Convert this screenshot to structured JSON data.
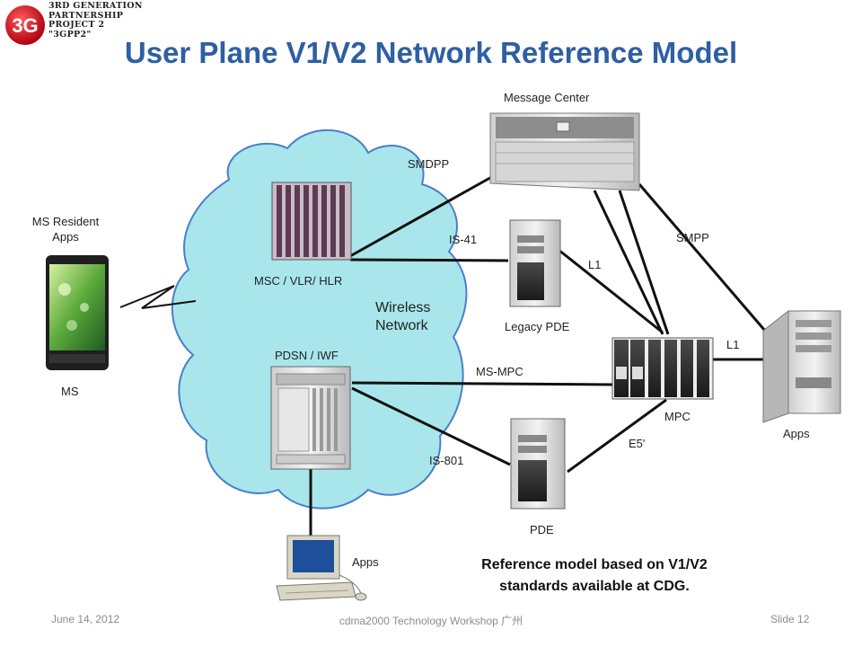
{
  "header": {
    "logo_mark": "3G",
    "logo_lines": [
      "3RD GENERATION",
      "PARTNERSHIP",
      "PROJECT 2",
      "\"3GPP2\""
    ],
    "title": "User Plane V1/V2 Network Reference Model"
  },
  "nodes": {
    "message_center": "Message Center",
    "ms_resident_apps": "MS Resident\nApps",
    "ms": "MS",
    "msc": "MSC / VLR/ HLR",
    "wireless_network": "Wireless\nNetwork",
    "legacy_pde": "Legacy PDE",
    "pdsn": "PDSN / IWF",
    "mpc": "MPC",
    "pde": "PDE",
    "apps_right": "Apps",
    "apps_bottom": "Apps"
  },
  "links": {
    "smdpp": "SMDPP",
    "is41": "IS-41",
    "smpp": "SMPP",
    "l1_top": "L1",
    "l1_right": "L1",
    "ms_mpc": "MS-MPC",
    "e5": "E5'",
    "is801": "IS-801"
  },
  "caption": "Reference model based on V1/V2\nstandards available at CDG.",
  "footer": {
    "date": "June 14, 2012",
    "event": "cdma2000 Technology Workshop 广州",
    "slide": "Slide 12"
  },
  "colors": {
    "title": "#2e5fa3",
    "cloud_fill": "#a8e6ec",
    "cloud_stroke": "#4a7fc8",
    "logo_red": "#d0202a"
  }
}
